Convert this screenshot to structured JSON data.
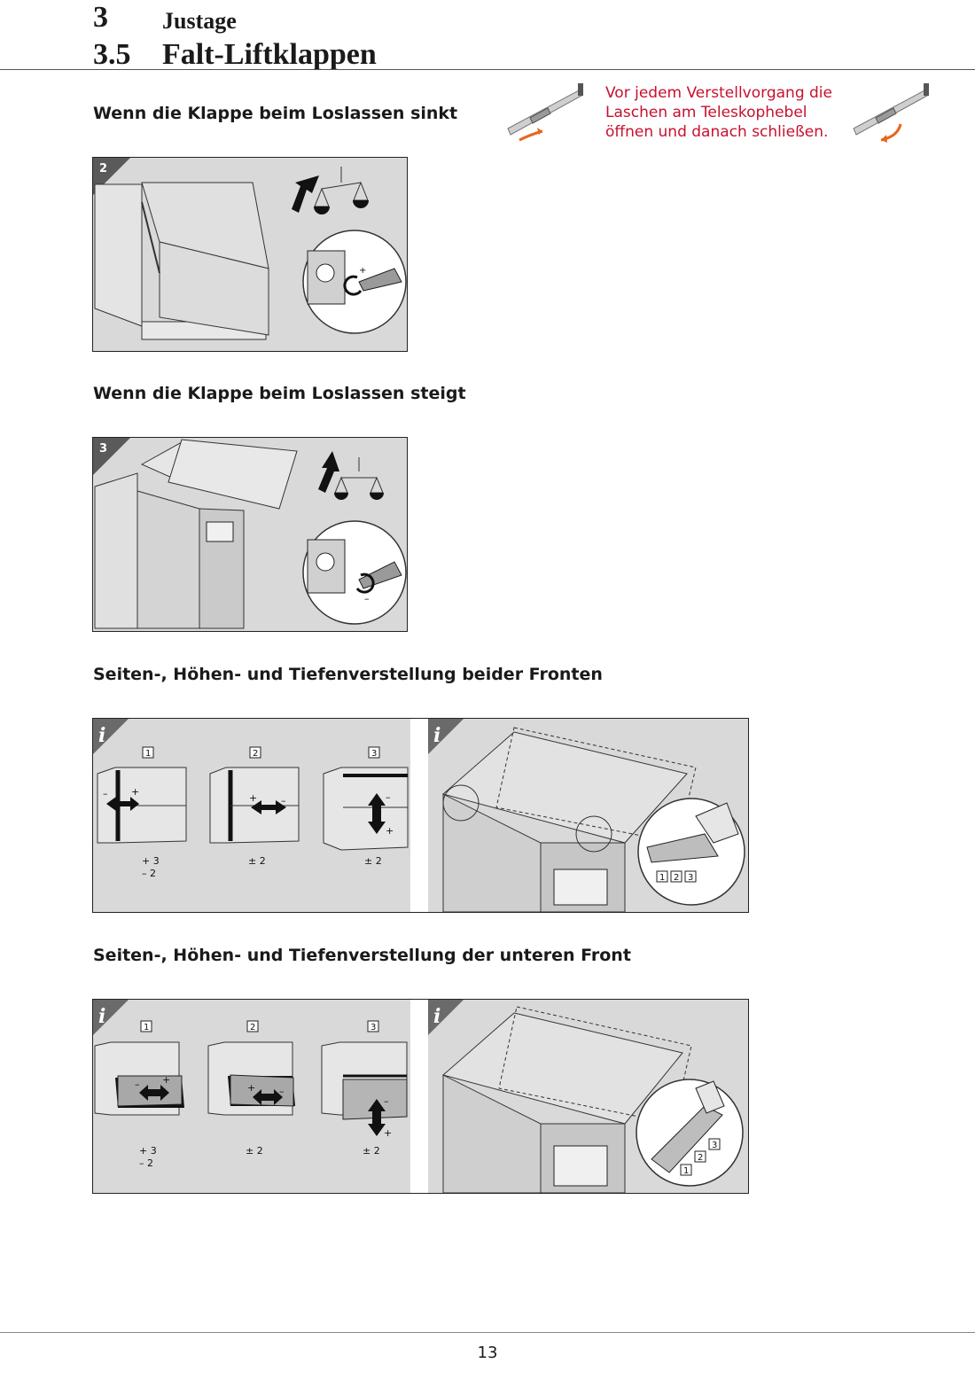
{
  "header": {
    "chapter_number": "3",
    "chapter_title": "Justage",
    "section_number": "3.5",
    "section_title": "Falt-Liftklappen"
  },
  "note": {
    "text_line1": "Vor jedem Verstellvorgang die",
    "text_line2": "Laschen am Teleskophebel",
    "text_line3": "öffnen und danach schließen."
  },
  "sections": [
    {
      "heading": "Wenn die Klappe beim Loslassen sinkt",
      "figure_step": "2",
      "sign": "+"
    },
    {
      "heading": "Wenn die Klappe beim Loslassen steigt",
      "figure_step": "3",
      "sign": "–"
    },
    {
      "heading": "Seiten-, Höhen- und Tiefenverstellung beider Fronten"
    },
    {
      "heading": "Seiten-, Höhen- und Tiefenverstellung der unteren Front"
    }
  ],
  "adjust_panels": {
    "info_icon": "i",
    "box_labels": [
      "1",
      "2",
      "3"
    ],
    "values": [
      {
        "line1": "+ 3",
        "line2": "– 2"
      },
      {
        "line1": "± 2",
        "line2": ""
      },
      {
        "line1": "± 2",
        "line2": ""
      }
    ],
    "sign_minus": "–",
    "sign_plus": "+"
  },
  "colors": {
    "accent_red": "#c8102e",
    "figure_bg": "#d9d9d9",
    "orange_arrow": "#e8651a"
  },
  "page_number": "13"
}
